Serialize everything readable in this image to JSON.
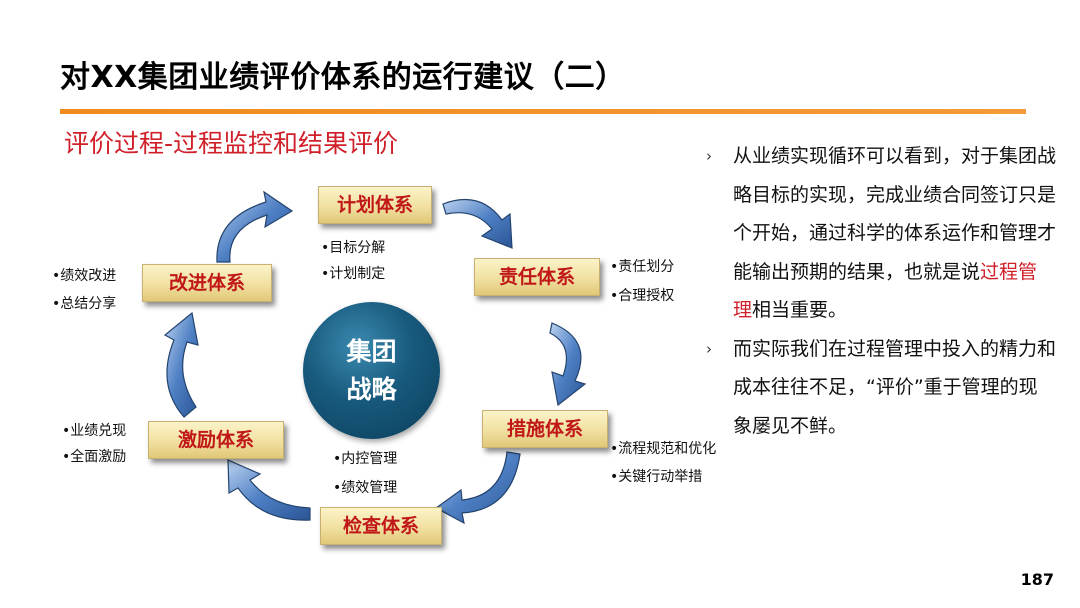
{
  "title": "对XX集团业绩评价体系的运行建议（二）",
  "subtitle": "评价过程-过程监控和结果评价",
  "center": {
    "line1": "集团",
    "line2": "战略"
  },
  "boxes": {
    "plan": "计划体系",
    "responsibility": "责任体系",
    "measures": "措施体系",
    "inspection": "检查体系",
    "incentive": "激励体系",
    "improvement": "改进体系"
  },
  "bullets": {
    "plan": [
      "目标分解",
      "计划制定"
    ],
    "responsibility": [
      "责任划分",
      "合理授权"
    ],
    "measures": [
      "流程规范和优化",
      "关键行动举措"
    ],
    "inspection": [
      "内控管理",
      "绩效管理"
    ],
    "incentive": [
      "业绩兑现",
      "全面激励"
    ],
    "improvement": [
      "绩效改进",
      "总结分享"
    ]
  },
  "paragraphs": {
    "p1_before": "从业绩实现循环可以看到，对于集团战略目标的实现，完成业绩合同签订只是个开始，通过科学的体系运作和管理才能输出预期的结果，也就是说",
    "p1_highlight": "过程管理",
    "p1_after": "相当重要。",
    "p2": "而实际我们在过程管理中投入的精力和成本往往不足，“评价”重于管理的现象屡见不鲜。"
  },
  "page_number": "187",
  "colors": {
    "accent_rule": "#f08a1c",
    "title_red": "#d0202a",
    "box_text": "#c01818",
    "arrow_blue": "#3d6fb4",
    "circle": "#17597c"
  }
}
